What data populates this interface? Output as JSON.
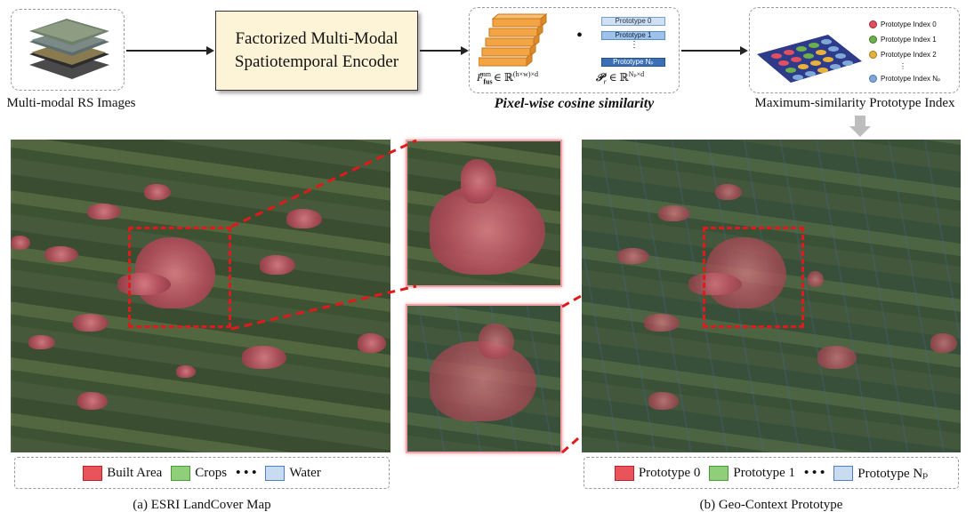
{
  "top": {
    "input_caption": "Multi-modal RS Images",
    "encoder_line1": "Factorized Multi-Modal",
    "encoder_line2": "Spatiotemporal Encoder",
    "feature_label": "F",
    "feature_sub": "fus",
    "feature_sup": "mm",
    "feature_space": "∈ ℝ",
    "feature_dims": "(h×w)×d",
    "dot": "•",
    "proto_label": "𝒫",
    "proto_sub": "r",
    "proto_space": "∈ ℝ",
    "proto_dims": "Nₚ×d",
    "prototypes": [
      "Prototype 0",
      "Prototype 1",
      "⋮",
      "Prototype Nₚ"
    ],
    "similarity_caption": "Pixel-wise cosine similarity",
    "index_items": [
      {
        "label": "Prototype Index 0",
        "color": "#e05060"
      },
      {
        "label": "Prototype Index 1",
        "color": "#6bb04a"
      },
      {
        "label": "Prototype Index 2",
        "color": "#e8b23a"
      },
      {
        "label": "⋮",
        "color": ""
      },
      {
        "label": "Prototype Index Nₚ",
        "color": "#7fa8d8"
      }
    ],
    "index_caption": "Maximum-similarity Prototype Index"
  },
  "left_panel": {
    "legend": [
      {
        "label": "Built Area",
        "fill": "#e8535c",
        "border": "#c0202a"
      },
      {
        "label": "Crops",
        "fill": "#8fcf7a",
        "border": "#4d9a3a"
      },
      {
        "label": "• • •",
        "fill": "",
        "border": ""
      },
      {
        "label": "Water",
        "fill": "#c9dbf0",
        "border": "#4f7fc0"
      }
    ],
    "caption": "(a) ESRI LandCover Map"
  },
  "right_panel": {
    "legend": [
      {
        "label": "Prototype 0",
        "fill": "#e8535c",
        "border": "#c0202a"
      },
      {
        "label": "Prototype 1",
        "fill": "#8fcf7a",
        "border": "#4d9a3a"
      },
      {
        "label": "• • •",
        "fill": "",
        "border": ""
      },
      {
        "label": "Prototype Nₚ",
        "fill": "#c9dbf0",
        "border": "#4f7fc0"
      }
    ],
    "caption": "(b) Geo-Context Prototype"
  },
  "colors": {
    "encoder_fill": "#fdf3d6",
    "feature_cube": "#f0a040",
    "prototype_bar": "#8fb8e6",
    "highlight_dash": "#e01a1a"
  }
}
